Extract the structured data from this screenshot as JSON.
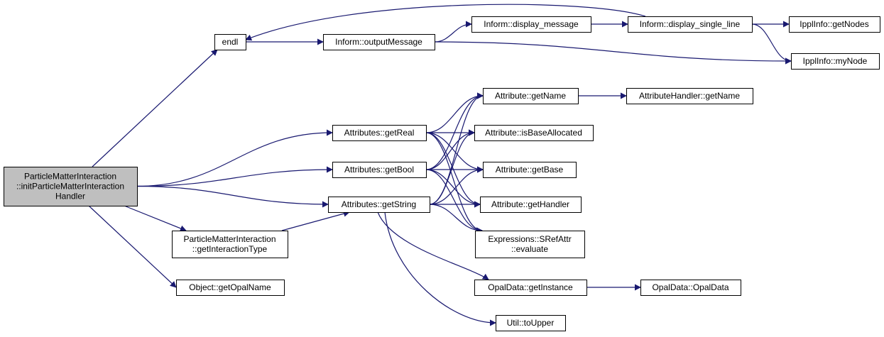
{
  "colors": {
    "edge": "#191970",
    "node_fill": "#ffffff",
    "root_fill": "#bfbfbf",
    "border": "#000000"
  },
  "nodes": [
    {
      "id": "root",
      "lines": [
        "ParticleMatterInteraction",
        "::initParticleMatterInteraction",
        "Handler"
      ],
      "root": true
    },
    {
      "id": "endl",
      "lines": [
        "endl"
      ]
    },
    {
      "id": "outputMessage",
      "lines": [
        "Inform::outputMessage"
      ]
    },
    {
      "id": "display_message",
      "lines": [
        "Inform::display_message"
      ]
    },
    {
      "id": "display_single_line",
      "lines": [
        "Inform::display_single_line"
      ]
    },
    {
      "id": "getNodes",
      "lines": [
        "IpplInfo::getNodes"
      ]
    },
    {
      "id": "myNode",
      "lines": [
        "IpplInfo::myNode"
      ]
    },
    {
      "id": "attr_getName",
      "lines": [
        "Attribute::getName"
      ]
    },
    {
      "id": "attrHandler_getName",
      "lines": [
        "AttributeHandler::getName"
      ]
    },
    {
      "id": "getReal",
      "lines": [
        "Attributes::getReal"
      ]
    },
    {
      "id": "isBaseAllocated",
      "lines": [
        "Attribute::isBaseAllocated"
      ]
    },
    {
      "id": "getBool",
      "lines": [
        "Attributes::getBool"
      ]
    },
    {
      "id": "getBase",
      "lines": [
        "Attribute::getBase"
      ]
    },
    {
      "id": "getString",
      "lines": [
        "Attributes::getString"
      ]
    },
    {
      "id": "getHandler",
      "lines": [
        "Attribute::getHandler"
      ]
    },
    {
      "id": "getInteractionType",
      "lines": [
        "ParticleMatterInteraction",
        "::getInteractionType"
      ]
    },
    {
      "id": "evaluate",
      "lines": [
        "Expressions::SRefAttr",
        "::evaluate"
      ]
    },
    {
      "id": "getOpalName",
      "lines": [
        "Object::getOpalName"
      ]
    },
    {
      "id": "getInstance",
      "lines": [
        "OpalData::getInstance"
      ]
    },
    {
      "id": "opalData",
      "lines": [
        "OpalData::OpalData"
      ]
    },
    {
      "id": "toUpper",
      "lines": [
        "Util::toUpper"
      ]
    }
  ],
  "edges": [
    [
      "root",
      "endl"
    ],
    [
      "root",
      "getReal"
    ],
    [
      "root",
      "getBool"
    ],
    [
      "root",
      "getString"
    ],
    [
      "root",
      "getInteractionType"
    ],
    [
      "root",
      "getOpalName"
    ],
    [
      "endl",
      "outputMessage"
    ],
    [
      "outputMessage",
      "display_message"
    ],
    [
      "outputMessage",
      "myNode"
    ],
    [
      "display_message",
      "display_single_line"
    ],
    [
      "display_single_line",
      "endl"
    ],
    [
      "display_single_line",
      "getNodes"
    ],
    [
      "display_single_line",
      "myNode"
    ],
    [
      "attr_getName",
      "attrHandler_getName"
    ],
    [
      "getReal",
      "attr_getName"
    ],
    [
      "getReal",
      "isBaseAllocated"
    ],
    [
      "getReal",
      "getBase"
    ],
    [
      "getReal",
      "getHandler"
    ],
    [
      "getReal",
      "evaluate"
    ],
    [
      "getBool",
      "attr_getName"
    ],
    [
      "getBool",
      "isBaseAllocated"
    ],
    [
      "getBool",
      "getBase"
    ],
    [
      "getBool",
      "getHandler"
    ],
    [
      "getBool",
      "evaluate"
    ],
    [
      "getString",
      "attr_getName"
    ],
    [
      "getString",
      "isBaseAllocated"
    ],
    [
      "getString",
      "getBase"
    ],
    [
      "getString",
      "getHandler"
    ],
    [
      "getString",
      "evaluate"
    ],
    [
      "getString",
      "getInstance"
    ],
    [
      "getString",
      "toUpper"
    ],
    [
      "getInteractionType",
      "getString"
    ],
    [
      "getInstance",
      "opalData"
    ]
  ]
}
